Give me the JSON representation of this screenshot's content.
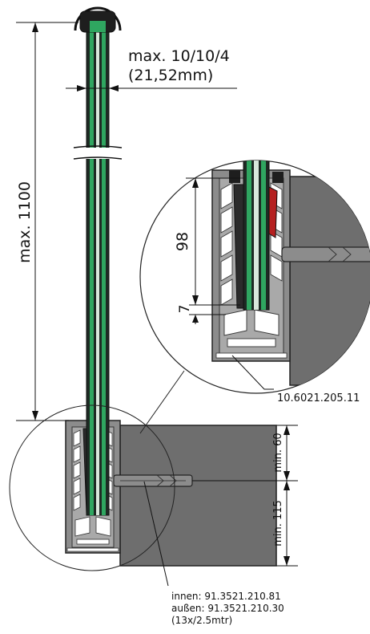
{
  "labels": {
    "glass_thickness": "max. 10/10/4",
    "glass_thickness_mm": "(21,52mm)",
    "height": "max. 1100",
    "profile_depth": "98",
    "bottom_gap": "7",
    "profile_article": "10.6021.205.11",
    "anchor_depth_top": "min. 60",
    "anchor_depth_bottom": "min. 115",
    "seal_inner": "innen: 91.3521.210.81",
    "seal_outer": "außen: 91.3521.210.30",
    "seal_pack": "(13x/2.5mtr)"
  },
  "colors": {
    "glass_green": "#2fa660",
    "glass_dark": "#1e2a24",
    "profile": "#8c8c8c",
    "concrete": "#6e6e6e",
    "wedge_red": "#b52020",
    "line": "#111111"
  }
}
